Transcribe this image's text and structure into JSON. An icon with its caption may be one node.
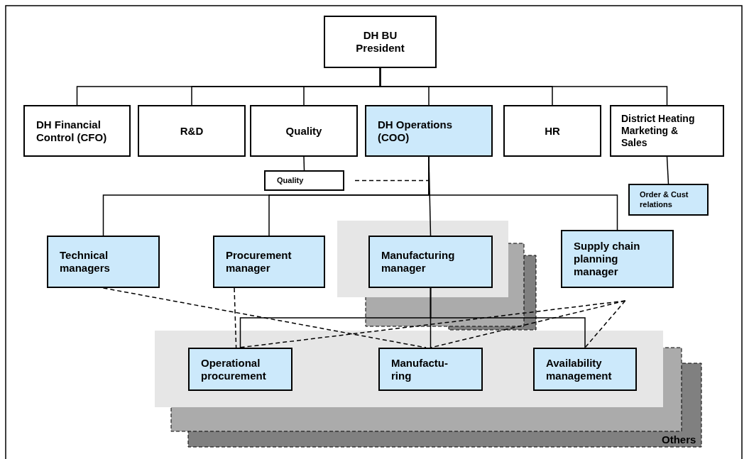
{
  "diagram": {
    "nodes": [
      {
        "text": [
          "DH BU President"
        ]
      },
      {
        "text": [
          "DH Financial Control (CFO)"
        ]
      },
      {
        "text": [
          "R&D"
        ]
      },
      {
        "text": [
          "Quality"
        ]
      },
      {
        "text": [
          "DH Operations (COO)"
        ]
      },
      {
        "text": [
          "HR"
        ]
      },
      {
        "text": [
          "District Heating Marketing & Sales"
        ]
      },
      {
        "text": [
          "Quality"
        ]
      },
      {
        "text": [
          "Order & Cust relations"
        ]
      },
      {
        "text": [
          "Technical managers"
        ]
      },
      {
        "text": [
          "Procurement manager"
        ]
      },
      {
        "text": [
          "Manufacturing manager"
        ]
      },
      {
        "text": [
          "Supply chain planning manager"
        ]
      },
      {
        "text": [
          "Operational procurement"
        ]
      },
      {
        "text": [
          "Manufactu- ring"
        ]
      },
      {
        "text": [
          "Availability management"
        ]
      }
    ],
    "edges": [
      {
        "from": 0,
        "to": 1,
        "arrow": "none"
      },
      {
        "from": 0,
        "to": 2,
        "arrow": "none"
      },
      {
        "from": 0,
        "to": 3,
        "arrow": "none"
      },
      {
        "from": 0,
        "to": 4,
        "arrow": "none"
      },
      {
        "from": 0,
        "to": 5,
        "arrow": "none"
      },
      {
        "from": 0,
        "to": 6,
        "arrow": "none"
      },
      {
        "from": 3,
        "to": 7,
        "arrow": "none"
      },
      {
        "from": 7,
        "to": 4,
        "arrow": "none",
        "style": "dashed"
      },
      {
        "from": 6,
        "to": 8,
        "arrow": "none"
      },
      {
        "from": 4,
        "to": 9,
        "arrow": "none"
      },
      {
        "from": 4,
        "to": 10,
        "arrow": "none"
      },
      {
        "from": 4,
        "to": 11,
        "arrow": "none"
      },
      {
        "from": 4,
        "to": 12,
        "arrow": "none"
      },
      {
        "from": 11,
        "to": 13,
        "arrow": "none"
      },
      {
        "from": 11,
        "to": 14,
        "arrow": "none"
      },
      {
        "from": 11,
        "to": 15,
        "arrow": "none"
      },
      {
        "from": 9,
        "to": 14,
        "arrow": "none",
        "style": "dashed"
      },
      {
        "from": 10,
        "to": 13,
        "arrow": "none",
        "style": "dashed"
      },
      {
        "from": 12,
        "to": 13,
        "arrow": "none",
        "style": "dashed"
      },
      {
        "from": 12,
        "to": 14,
        "arrow": "none",
        "style": "dashed"
      },
      {
        "from": 12,
        "to": 15,
        "arrow": "none",
        "style": "dashed"
      }
    ],
    "labels": [
      "Others"
    ]
  }
}
